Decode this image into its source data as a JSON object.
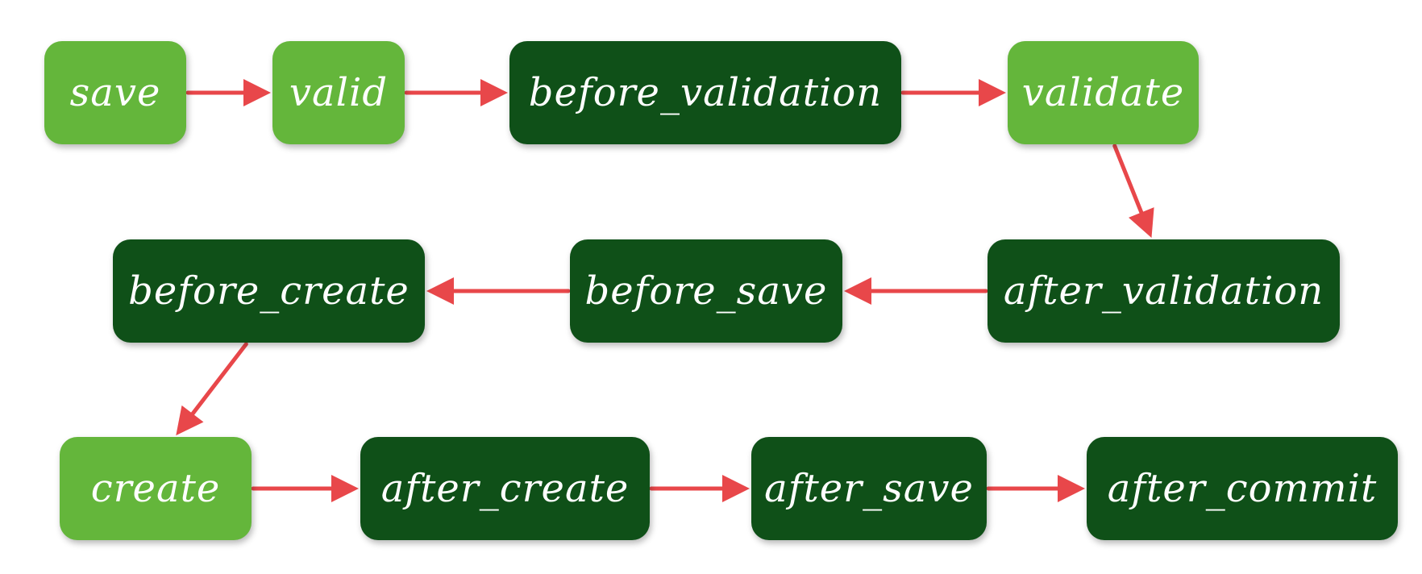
{
  "colors": {
    "model_step": "#64b63b",
    "callback_step": "#0f5018",
    "arrow": "#e8474a",
    "text": "#ffffff"
  },
  "nodes": {
    "save": "save",
    "valid": "valid",
    "before_validation": "before_validation",
    "validate": "validate",
    "after_validation": "after_validation",
    "before_save": "before_save",
    "before_create": "before_create",
    "create": "create",
    "after_create": "after_create",
    "after_save": "after_save",
    "after_commit": "after_commit"
  },
  "edges": [
    [
      "save",
      "valid"
    ],
    [
      "valid",
      "before_validation"
    ],
    [
      "before_validation",
      "validate"
    ],
    [
      "validate",
      "after_validation"
    ],
    [
      "after_validation",
      "before_save"
    ],
    [
      "before_save",
      "before_create"
    ],
    [
      "before_create",
      "create"
    ],
    [
      "create",
      "after_create"
    ],
    [
      "after_create",
      "after_save"
    ],
    [
      "after_save",
      "after_commit"
    ]
  ]
}
